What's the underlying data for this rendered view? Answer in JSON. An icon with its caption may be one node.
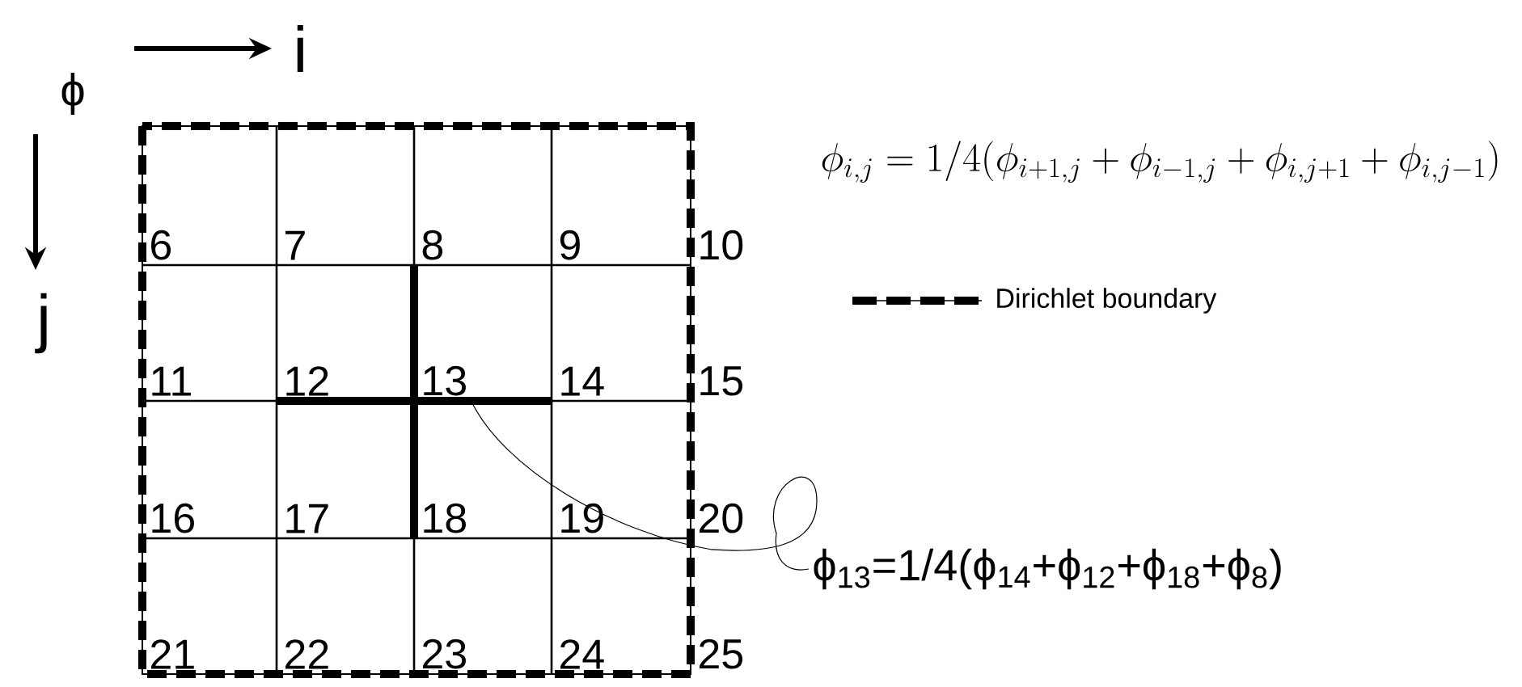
{
  "diagram": {
    "nodes": [
      {
        "text": [
          "ϕ$_{13}$=1/4(ϕ$_{14}$+ϕ$_{12}$+ϕ$_{18}$+ϕ$_{8}$)"
        ]
      },
      {
        "text": [
          "13"
        ]
      }
    ],
    "edges": [
      {
        "from": 0,
        "to": 1,
        "arrow": "none"
      }
    ],
    "labels": [
      "i",
      "ϕ",
      "j",
      "\\phi_{i,j}=1/4(\\phi_{i+1,j}+\\phi_{i-1,j}+\\phi_{i,j+1}+\\phi_{i,j-1})",
      "6",
      "7",
      "8",
      "9",
      "10",
      "11",
      "12",
      "14",
      "15",
      "16",
      "17",
      "18",
      "19",
      "20",
      "21",
      "22",
      "23",
      "24",
      "25"
    ],
    "legend": [
      {
        "text": "Dirichlet boundary"
      }
    ]
  }
}
